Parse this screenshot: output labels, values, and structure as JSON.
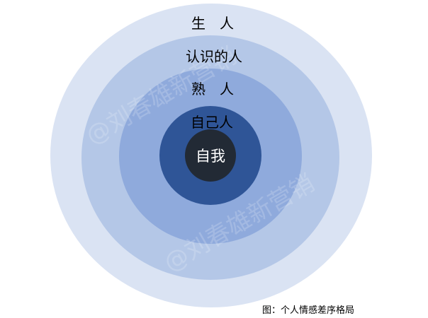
{
  "rings": [
    {
      "label": "生　人",
      "color": "#DAE3F3"
    },
    {
      "label": "认识的人",
      "color": "#B4C7E7"
    },
    {
      "label": "熟　人",
      "color": "#8FAADC"
    },
    {
      "label": "自己人",
      "color": "#2F5597"
    },
    {
      "label": "自我",
      "color": "#222A35"
    }
  ],
  "watermark": "@刘春雄新营销",
  "caption": "图：个人情感差序格局"
}
